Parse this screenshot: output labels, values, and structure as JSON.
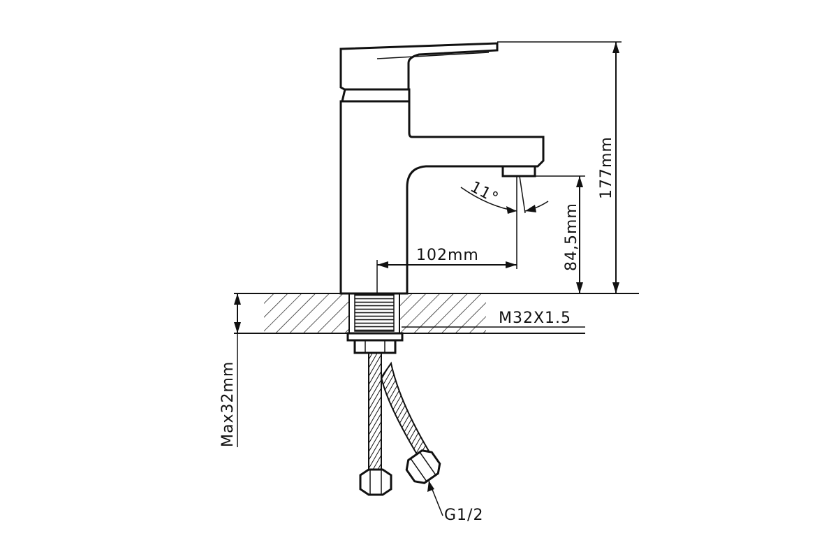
{
  "diagram": {
    "labels": {
      "height_total": "177mm",
      "spout_height": "84,5mm",
      "spout_reach": "102mm",
      "spout_angle": "11°",
      "thread": "M32X1.5",
      "max_thickness": "Max32mm",
      "connection": "G1/2"
    },
    "colors": {
      "stroke": "#111111",
      "background": "#ffffff"
    }
  }
}
